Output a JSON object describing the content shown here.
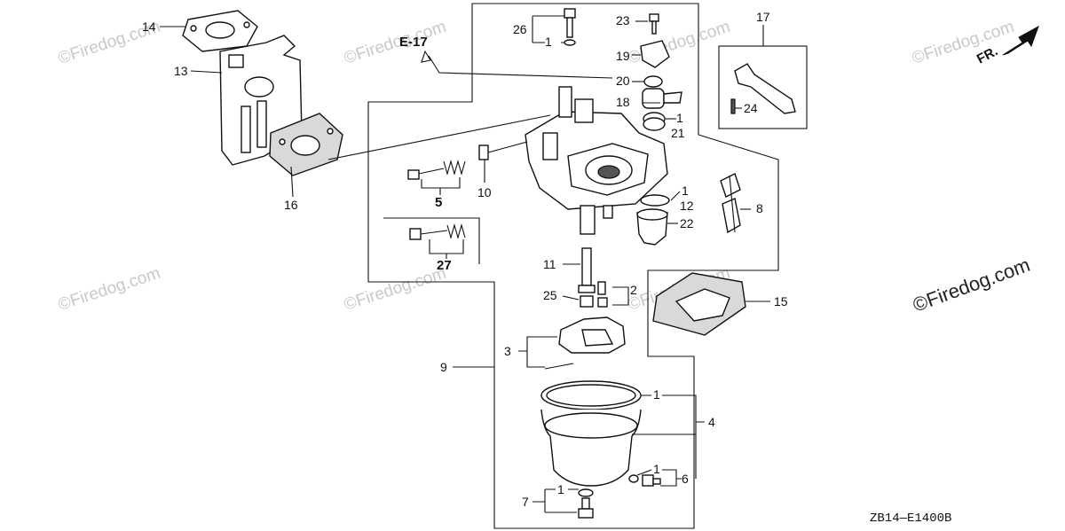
{
  "diagram": {
    "reference_code": "ZB14—E1400B",
    "section_reference": "E-17",
    "direction_label": "FR.",
    "watermark": "©Firedog.com",
    "callouts": {
      "c1": "1",
      "c2": "2",
      "c3": "3",
      "c4": "4",
      "c5": "5",
      "c6": "6",
      "c7": "7",
      "c8": "8",
      "c9": "9",
      "c10": "10",
      "c11": "11",
      "c12": "12",
      "c13": "13",
      "c14": "14",
      "c15": "15",
      "c16": "16",
      "c17": "17",
      "c18": "18",
      "c19": "19",
      "c20": "20",
      "c21": "21",
      "c22": "22",
      "c23": "23",
      "c24": "24",
      "c25": "25",
      "c26": "26",
      "c27": "27"
    },
    "colors": {
      "line": "#111111",
      "watermark": "#c8c8c8",
      "background": "#ffffff"
    }
  }
}
